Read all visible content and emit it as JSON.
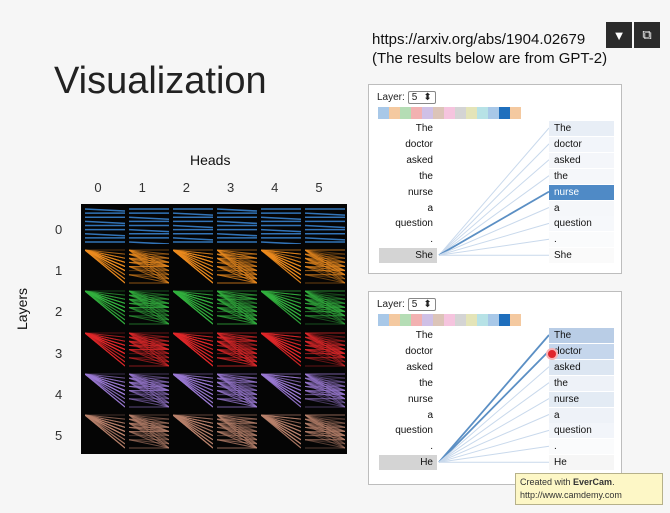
{
  "slide": {
    "title": "Visualization",
    "url_line1": "https://arxiv.org/abs/1904.02679",
    "url_line2": "(The results below are from GPT-2)"
  },
  "player": {
    "menu_icon": "caret-down-icon",
    "popout_icon": "popout-icon",
    "menu_glyph": "▼",
    "popout_glyph": "⧉"
  },
  "grid": {
    "heads_label": "Heads",
    "layers_label": "Layers",
    "heads": [
      "0",
      "1",
      "2",
      "3",
      "4",
      "5"
    ],
    "layers": [
      "0",
      "1",
      "2",
      "3",
      "4",
      "5"
    ],
    "layer_colors": [
      "#3b87d6",
      "#ec8b1f",
      "#33b13f",
      "#e0282a",
      "#9a79d2",
      "#b9826c"
    ]
  },
  "panels": [
    {
      "layer_label": "Layer:",
      "layer_value": "5",
      "left_words": [
        "The",
        "doctor",
        "asked",
        "the",
        "nurse",
        "a",
        "question",
        ".",
        "She"
      ],
      "right_words": [
        "The",
        "doctor",
        "asked",
        "the",
        "nurse",
        "a",
        "question",
        ".",
        "She"
      ]
    },
    {
      "layer_label": "Layer:",
      "layer_value": "5",
      "left_words": [
        "The",
        "doctor",
        "asked",
        "the",
        "nurse",
        "a",
        "question",
        ".",
        "He"
      ],
      "right_words": [
        "The",
        "doctor",
        "asked",
        "the",
        "nurse",
        "a",
        "question",
        ".",
        "He"
      ]
    }
  ],
  "swatch_colors": [
    "#a8c8e8",
    "#f4c9a0",
    "#b5ddb5",
    "#f2b1b1",
    "#cfc0e6",
    "#dcc4b8",
    "#f5c4de",
    "#d4d4d4",
    "#e4e4b8",
    "#b7e2e6",
    "#a8c8e8",
    "#1f6fbd",
    "#f4c9a0"
  ],
  "watermark": {
    "line1_prefix": "Created with ",
    "brand": "EverCam",
    "line1_suffix": ".",
    "line2": "http://www.camdemy.com"
  }
}
